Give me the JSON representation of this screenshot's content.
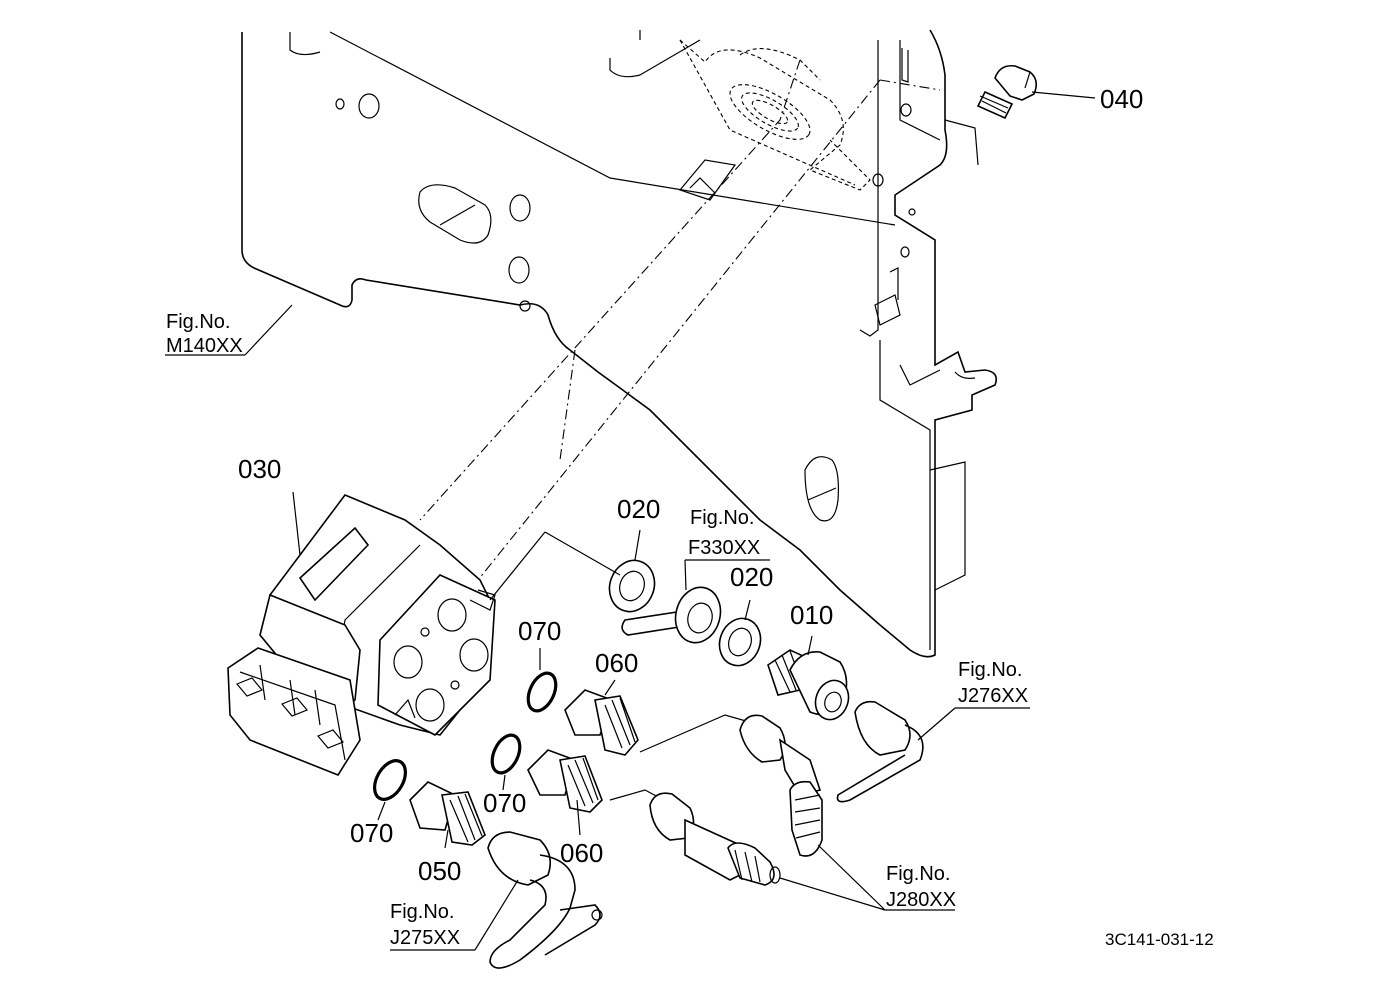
{
  "parts": {
    "p010": "010",
    "p020a": "020",
    "p020b": "020",
    "p030": "030",
    "p040": "040",
    "p050": "050",
    "p060a": "060",
    "p060b": "060",
    "p070a": "070",
    "p070b": "070",
    "p070c": "070"
  },
  "figrefs": {
    "m140": {
      "label": "Fig.No.",
      "code": "M140XX"
    },
    "f330": {
      "label": "Fig.No.",
      "code": "F330XX"
    },
    "j276": {
      "label": "Fig.No.",
      "code": "J276XX"
    },
    "j280": {
      "label": "Fig.No.",
      "code": "J280XX"
    },
    "j275": {
      "label": "Fig.No.",
      "code": "J275XX"
    }
  },
  "drawing_code": "3C141-031-12"
}
